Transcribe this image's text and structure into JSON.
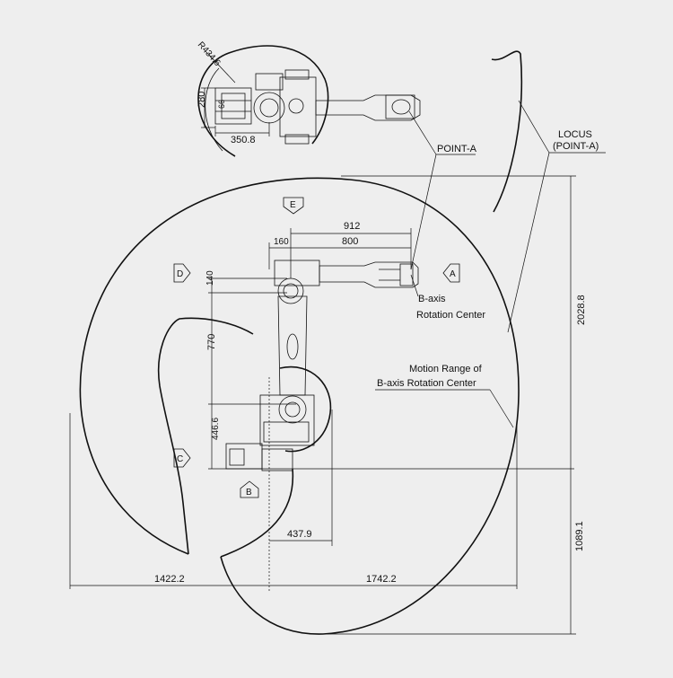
{
  "labels": {
    "radius_top": "R434.6",
    "dim_280": "280",
    "dim_66": "66",
    "dim_350_8": "350.8",
    "point_a": "POINT-A",
    "locus_1": "LOCUS",
    "locus_2": "(POINT-A)",
    "view_e": "E",
    "view_d": "D",
    "view_a": "A",
    "view_c": "C",
    "view_b": "B",
    "dim_912": "912",
    "dim_800": "800",
    "dim_160": "160",
    "dim_140": "140",
    "dim_770": "770",
    "dim_446_6": "446.6",
    "dim_437_9": "437.9",
    "dim_1422_2": "1422.2",
    "dim_1742_2": "1742.2",
    "dim_2028_8": "2028.8",
    "dim_1089_1": "1089.1",
    "baxis_1": "B-axis",
    "baxis_2": "Rotation Center",
    "motion_1": "Motion Range of",
    "motion_2": "B-axis Rotation Center"
  }
}
